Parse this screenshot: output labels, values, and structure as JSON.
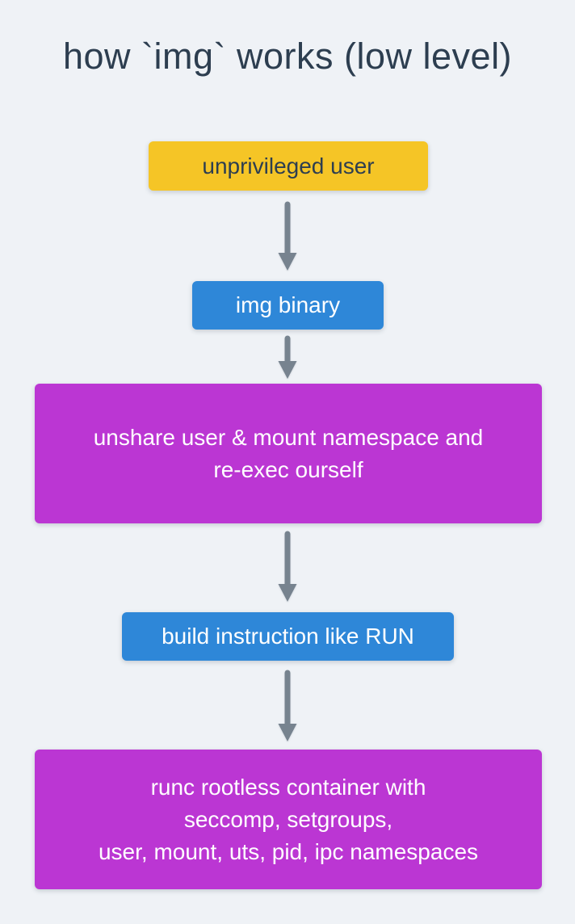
{
  "title": "how `img` works (low level)",
  "colors": {
    "background": "#eff2f6",
    "title_text": "#2d3e50",
    "yellow": "#f5c526",
    "blue": "#2e87d8",
    "magenta": "#bb36d3",
    "arrow": "#77838f",
    "dark_text": "#2d3e50",
    "light_text": "#ffffff"
  },
  "diagram": {
    "nodes": [
      {
        "id": "unprivileged-user",
        "fill": "#f5c526",
        "text_color": "#2d3e50",
        "lines": [
          "unprivileged user"
        ]
      },
      {
        "id": "img-binary",
        "fill": "#2e87d8",
        "text_color": "#ffffff",
        "lines": [
          "img binary"
        ]
      },
      {
        "id": "unshare-reexec",
        "fill": "#bb36d3",
        "text_color": "#ffffff",
        "lines": [
          "unshare user & mount namespace and",
          "re-exec ourself"
        ]
      },
      {
        "id": "build-instruction",
        "fill": "#2e87d8",
        "text_color": "#ffffff",
        "lines": [
          "build instruction like RUN"
        ]
      },
      {
        "id": "runc-rootless",
        "fill": "#bb36d3",
        "text_color": "#ffffff",
        "lines": [
          "runc rootless container with",
          "seccomp, setgroups,",
          "user, mount, uts, pid, ipc namespaces"
        ]
      }
    ],
    "connections": [
      {
        "from": "unprivileged-user",
        "to": "img-binary"
      },
      {
        "from": "img-binary",
        "to": "unshare-reexec"
      },
      {
        "from": "unshare-reexec",
        "to": "build-instruction"
      },
      {
        "from": "build-instruction",
        "to": "runc-rootless"
      }
    ]
  }
}
